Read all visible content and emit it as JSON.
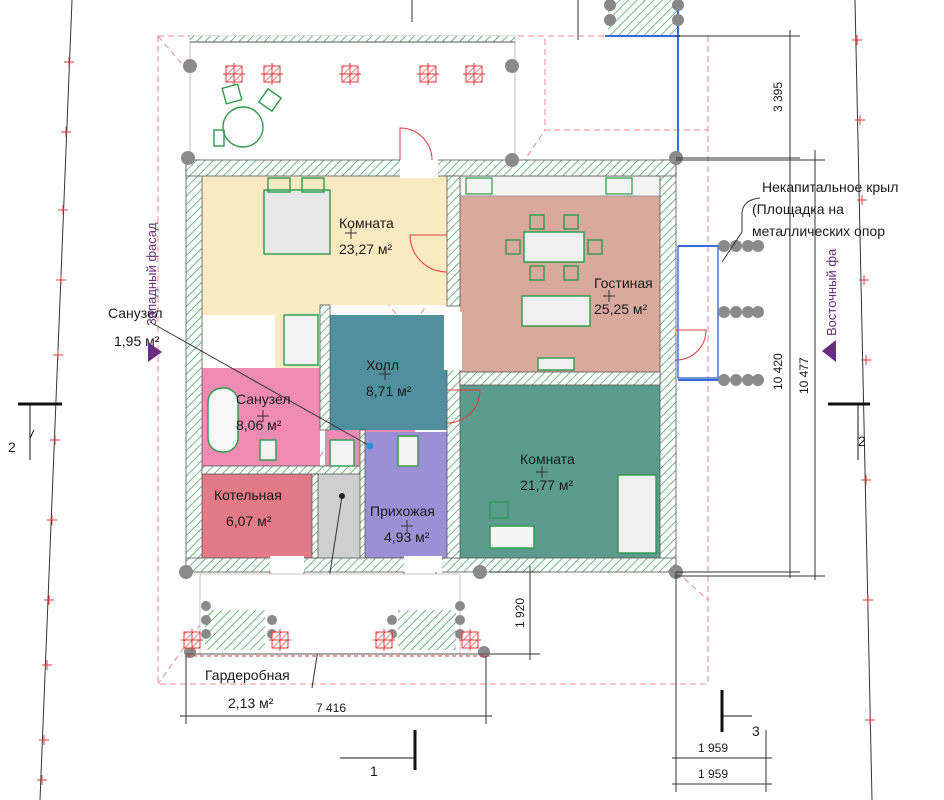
{
  "colors": {
    "bedroom1": "#fbe9c2",
    "living": "#d9a99e",
    "hall": "#4f8f9e",
    "bath": "#f08cb4",
    "boiler": "#e27a87",
    "entry": "#9b90d6",
    "bedroom2": "#5b9c8e",
    "wardrobe": "#cfcfcf",
    "wall_hatch": "#2e9a4a",
    "red_marks": "#e23a3a",
    "facade": "#6a2c80",
    "porch": "#3a6ad6"
  },
  "rooms": {
    "bedroom1": {
      "name": "Комната",
      "area": "23,27 м²"
    },
    "living": {
      "name": "Гостиная",
      "area": "25,25 м²"
    },
    "hall": {
      "name": "Холл",
      "area": "8,71 м²"
    },
    "bath": {
      "name": "Санузел",
      "area": "8,06 м²"
    },
    "boiler": {
      "name": "Котельная",
      "area": "6,07 м²"
    },
    "entry": {
      "name": "Прихожая",
      "area": "4,93 м²"
    },
    "bedroom2": {
      "name": "Комната",
      "area": "21,77 м²"
    }
  },
  "callouts": {
    "wc_name": "Санузел",
    "wc_area": "1,95 м²",
    "wardrobe_name": "Гардеробная",
    "wardrobe_area": "2,13 м²",
    "canopy_line1": "Некапитальное крыл",
    "canopy_line2": "(Площадка на",
    "canopy_line3": "металлических опор"
  },
  "facades": {
    "west": "Западный фасад",
    "east": "Восточный фа"
  },
  "dimensions": {
    "terrace_depth": "3 395",
    "height_inner": "10 420",
    "height_outer": "10 477",
    "porch_depth": "1 920",
    "total_width": "7 416",
    "right_segment_a": "1 959",
    "right_segment_b": "1 959"
  },
  "section_marks": {
    "left": "2",
    "right": "2",
    "bottom": "1",
    "right_bottom": "3"
  }
}
